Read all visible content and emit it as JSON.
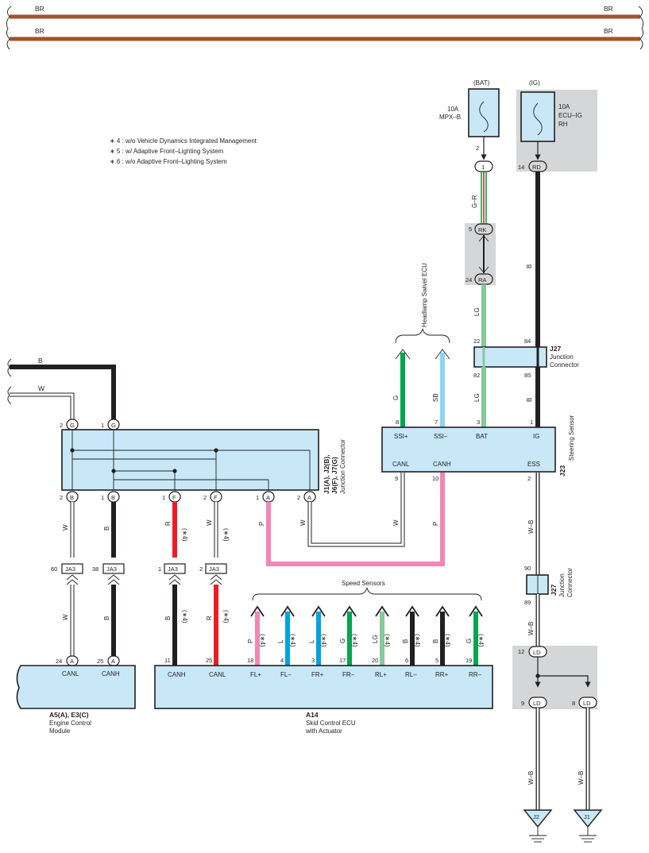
{
  "colors": {
    "BR": "#a0522d",
    "B": "#231f20",
    "W": "#ffffff",
    "G": "#00a651",
    "SB": "#8fd3f3",
    "LG": "#86c99a",
    "R": "#ed1c24",
    "P": "#f287b7",
    "L": "#00a3e0",
    "box": "#c8e8f8",
    "shade": "#d5d6d8"
  },
  "top_wires": {
    "left_label": "BR",
    "right_label": "BR"
  },
  "notes": [
    "∗ 4 : w/o Vehicle Dynamics Integrated Management",
    "∗ 5 : w/ Adaptive Front–Lighting System",
    "∗ 6 : w/o Adaptive Front–Lighting System"
  ],
  "fuse_bat": {
    "source": "(BAT)",
    "amp": "10A",
    "name": "MPX–B",
    "pin": "2",
    "conn_pin": "1",
    "wire": "G–R"
  },
  "fuse_ig": {
    "source": "(IG)",
    "amp": "10A",
    "name1": "ECU–IG",
    "name2": "RH",
    "pin": "14",
    "conn": "RD",
    "wire": "B"
  },
  "rk_ra": {
    "rk_pin": "5",
    "rk": "RK",
    "ra_pin": "24",
    "ra": "RA",
    "wire": "LG"
  },
  "j27_top": {
    "id": "J27",
    "name1": "Junction",
    "name2": "Connector",
    "pin_tl": "22",
    "pin_tr": "84",
    "pin_bl": "82",
    "pin_br": "85",
    "wire_l": "LG",
    "wire_r": "B"
  },
  "headlamp": {
    "label": "Headlamp Swivel ECU",
    "wire_l": "G",
    "wire_r": "SB"
  },
  "steering": {
    "id": "J23",
    "name": "Steering Sensor",
    "top_pins": [
      {
        "pin": "8",
        "label": "SSI+"
      },
      {
        "pin": "7",
        "label": "SSI–"
      },
      {
        "pin": "3",
        "label": "BAT"
      },
      {
        "pin": "1",
        "label": "IG"
      }
    ],
    "bottom_pins": [
      {
        "pin": "9",
        "label": "CANL"
      },
      {
        "pin": "10",
        "label": "CANH"
      },
      {
        "pin": "2",
        "label": "ESS"
      }
    ]
  },
  "j1_block": {
    "id": "J1(A), J2(B),",
    "id2": "J6(F), J7(G)",
    "name": "Junction Connector",
    "left_wire_b": "B",
    "left_wire_w": "W",
    "top_pins": [
      {
        "pin": "2",
        "conn": "G"
      },
      {
        "pin": "1",
        "conn": "G"
      }
    ],
    "bottom_pins": [
      {
        "pin": "2",
        "conn": "B",
        "wire": "W",
        "note": ""
      },
      {
        "pin": "1",
        "conn": "B",
        "wire": "B",
        "note": ""
      },
      {
        "pin": "1",
        "conn": "F",
        "wire": "R",
        "note": "(∗4)"
      },
      {
        "pin": "2",
        "conn": "F",
        "wire": "W",
        "note": "(∗4)"
      },
      {
        "pin": "1",
        "conn": "A",
        "wire": "P",
        "note": ""
      },
      {
        "pin": "2",
        "conn": "A",
        "wire": "W",
        "note": ""
      }
    ]
  },
  "steer_wires": {
    "canl": "W",
    "canh": "P",
    "ess": "W–B"
  },
  "ja3": [
    {
      "pin": "60",
      "name": "JA3",
      "wire": "W",
      "note": ""
    },
    {
      "pin": "38",
      "name": "JA3",
      "wire": "B",
      "note": ""
    },
    {
      "pin": "1",
      "name": "JA3",
      "wire": "B",
      "note": "(∗4)"
    },
    {
      "pin": "2",
      "name": "JA3",
      "wire": "R",
      "note": "(∗4)"
    }
  ],
  "ecm": {
    "id": "A5(A), E3(C)",
    "name1": "Engine Control",
    "name2": "Module",
    "pins": [
      {
        "pin": "24",
        "conn": "A",
        "label": "CANL"
      },
      {
        "pin": "25",
        "conn": "A",
        "label": "CANH"
      }
    ]
  },
  "speed_label": "Speed Sensors",
  "skid": {
    "id": "A14",
    "name1": "Skid Control ECU",
    "name2": "with Actuator",
    "pins": [
      {
        "pin": "11",
        "label": "CANH"
      },
      {
        "pin": "25",
        "label": "CANL"
      },
      {
        "pin": "18",
        "label": "FL+",
        "wire": "P",
        "note": "(∗4)"
      },
      {
        "pin": "4",
        "label": "FL–",
        "wire": "L",
        "note": "(∗4)"
      },
      {
        "pin": "3",
        "label": "FR+",
        "wire": "L",
        "note": "(∗4)"
      },
      {
        "pin": "17",
        "label": "FR–",
        "wire": "G",
        "note": "(∗4)"
      },
      {
        "pin": "20",
        "label": "RL+",
        "wire": "LG",
        "note": "(∗4)"
      },
      {
        "pin": "6",
        "label": "RL–",
        "wire": "B",
        "note": "(∗4)"
      },
      {
        "pin": "5",
        "label": "RR+",
        "wire": "B",
        "note": "(∗4)"
      },
      {
        "pin": "19",
        "label": "RR–",
        "wire": "G",
        "note": "(∗4)"
      }
    ]
  },
  "j27_bottom": {
    "id": "J27",
    "name1": "Junction",
    "name2": "Connector",
    "pin_top": "90",
    "pin_bot": "89",
    "wire": "W–B"
  },
  "ld": {
    "top_pin": "12",
    "conn": "LD",
    "left_pin": "9",
    "right_pin": "8",
    "wire_l": "W–B",
    "wire_r": "W–B"
  },
  "grounds": {
    "left": "J2",
    "right": "J1"
  }
}
